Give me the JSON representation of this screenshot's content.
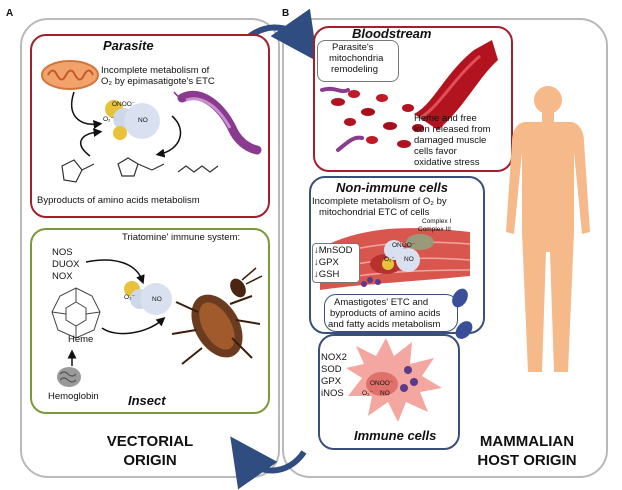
{
  "panels": {
    "a": {
      "letter": "A",
      "origin_line1": "VECTORIAL",
      "origin_line2": "ORIGIN"
    },
    "b": {
      "letter": "B",
      "origin_line1": "MAMMALIAN",
      "origin_line2": "HOST ORIGIN"
    }
  },
  "parasite": {
    "title": "Parasite",
    "metabolism_line1": "Incomplete metabolism of",
    "metabolism_line2": "O₂ by epimasatigote's ETC",
    "byproducts": "Byproducts of amino acids metabolism",
    "ros": {
      "oonoo": "ONOO⁻",
      "o2": "O₂⁻",
      "no": "NO"
    }
  },
  "insect": {
    "title": "Insect",
    "immune_system": "Triatomine' immune system:",
    "enzymes": [
      "NOS",
      "DUOX",
      "NOX"
    ],
    "heme": "Heme",
    "hemoglobin": "Hemoglobin",
    "ros": {
      "o2": "O₂⁻",
      "no": "NO"
    }
  },
  "bloodstream": {
    "title": "Bloodstream",
    "remodeling_line1": "Parasite's",
    "remodeling_line2": "mitochondria",
    "remodeling_line3": "remodeling",
    "heme_text": [
      "Heme and free",
      "iron released from",
      "damaged muscle",
      "cells favor",
      "oxidative stress"
    ]
  },
  "non_immune": {
    "title": "Non-immune cells",
    "metabolism_line1": "Incomplete metabolism of O₂ by",
    "metabolism_line2": "mitochondrial ETC of cells",
    "complex1": "Complex I",
    "complex3": "Complex III",
    "antioxidants": [
      "↓MnSOD",
      "↓GPX",
      "↓GSH"
    ],
    "ros": {
      "oonoo": "ONOO⁻",
      "o2": "O₂⁻",
      "no": "NO"
    }
  },
  "amastigotes": {
    "line1": "Amastigotes' ETC and",
    "line2": "byproducts of amino acids",
    "line3": "and fatty acids metabolism"
  },
  "immune": {
    "title": "Immune cells",
    "enzymes": [
      "NOX2",
      "SOD",
      "GPX",
      "iNOS"
    ],
    "ros": {
      "oonoo": "ONOO⁻",
      "o2": "O₂⁻",
      "no": "NO"
    }
  },
  "colors": {
    "red_border": "#a31f2c",
    "green_border": "#7a9a3a",
    "blue_border": "#3a4f7a",
    "grey_panel": "#b9b9b9",
    "arrow_blue": "#2f4d80",
    "skin": "#f5b98a",
    "blood": "#b3121f"
  }
}
